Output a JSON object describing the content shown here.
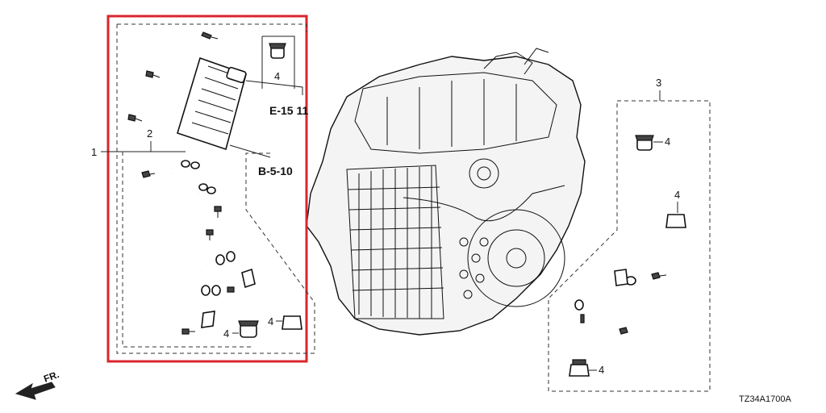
{
  "diagram": {
    "callouts": {
      "c1": "1",
      "c2": "2",
      "c3": "3",
      "c4_a": "4",
      "c4_b": "4",
      "c4_c": "4",
      "c4_d": "4",
      "c4_e": "4",
      "c4_f": "4"
    },
    "references": {
      "ref_e": "E-15 11",
      "ref_b": "B-5-10"
    },
    "direction_label": "FR.",
    "diagram_code": "TZ34A1700A",
    "highlight_color": "#d9262c"
  }
}
